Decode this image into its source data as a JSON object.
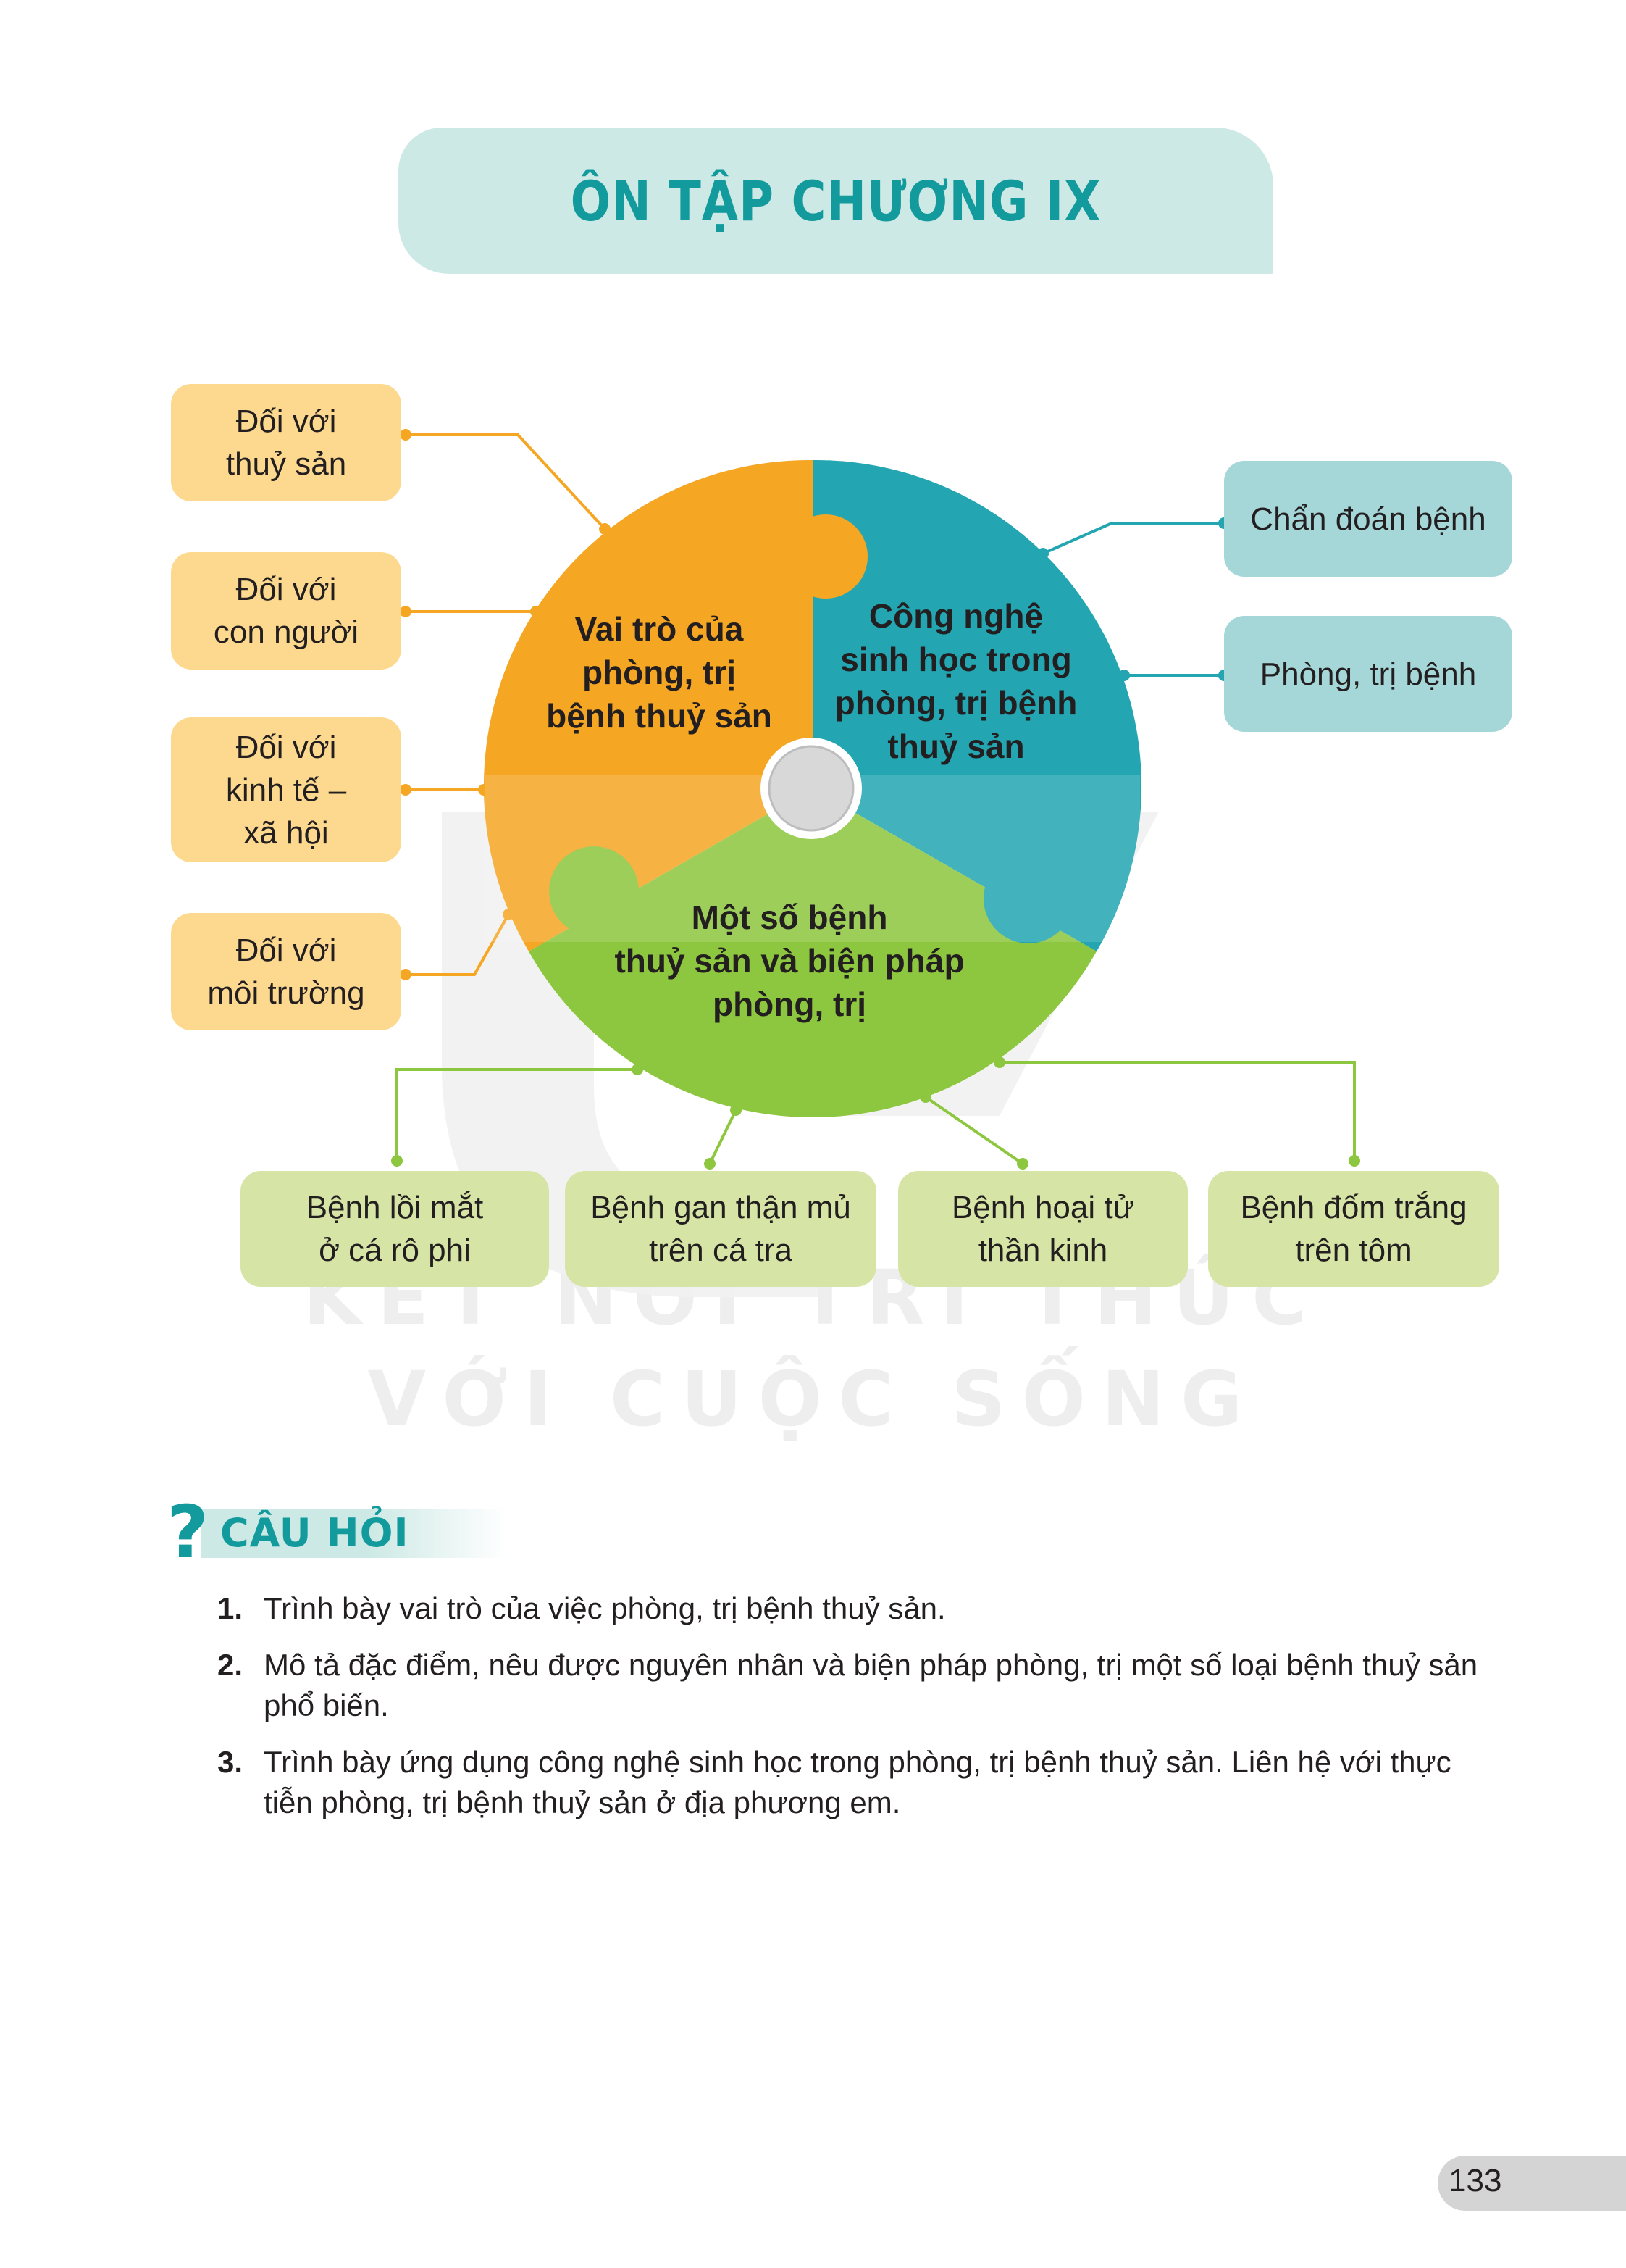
{
  "title": "ÔN TẬP CHƯƠNG IX",
  "diagram": {
    "segments": {
      "orange": "Vai trò của\nphòng, trị\nbệnh thuỷ sản",
      "teal": "Công nghệ\nsinh học trong\nphòng, trị bệnh\nthuỷ sản",
      "green": "Một số bệnh\nthuỷ sản và biện pháp\nphòng, trị"
    },
    "left_boxes": [
      "Đối với\nthuỷ sản",
      "Đối với\ncon người",
      "Đối với\nkinh tế –\nxã hội",
      "Đối với\nmôi trường"
    ],
    "right_boxes": [
      "Chẩn đoán bệnh",
      "Phòng, trị bệnh"
    ],
    "bottom_boxes": [
      "Bệnh lồi mắt\nở cá rô phi",
      "Bệnh gan thận mủ\ntrên cá tra",
      "Bệnh hoại tử\nthần kinh",
      "Bệnh đốm trắng\ntrên tôm"
    ],
    "colors": {
      "orange": "#f5a623",
      "teal": "#23a6b2",
      "green": "#8dc63f",
      "orange_box": "#fdd98f",
      "teal_box": "#a5d6d8",
      "green_box": "#d6e5a6",
      "accent": "#129a9c"
    }
  },
  "watermark": {
    "line1": "KẾT NỐI TRI THỨC",
    "line2": "VỚI CUỘC SỐNG"
  },
  "questions_section": {
    "heading": "CÂU HỎI",
    "icon": "question-mark-icon",
    "items": [
      {
        "num": "1.",
        "text": "Trình bày vai trò của việc phòng, trị bệnh thuỷ sản."
      },
      {
        "num": "2.",
        "text": "Mô tả đặc điểm, nêu được nguyên nhân và biện pháp phòng, trị một số loại bệnh thuỷ sản phổ biến."
      },
      {
        "num": "3.",
        "text": "Trình bày ứng dụng công nghệ sinh học trong phòng, trị bệnh thuỷ sản. Liên hệ với thực tiễn phòng, trị bệnh thuỷ sản ở địa phương em."
      }
    ]
  },
  "page_number": "133"
}
